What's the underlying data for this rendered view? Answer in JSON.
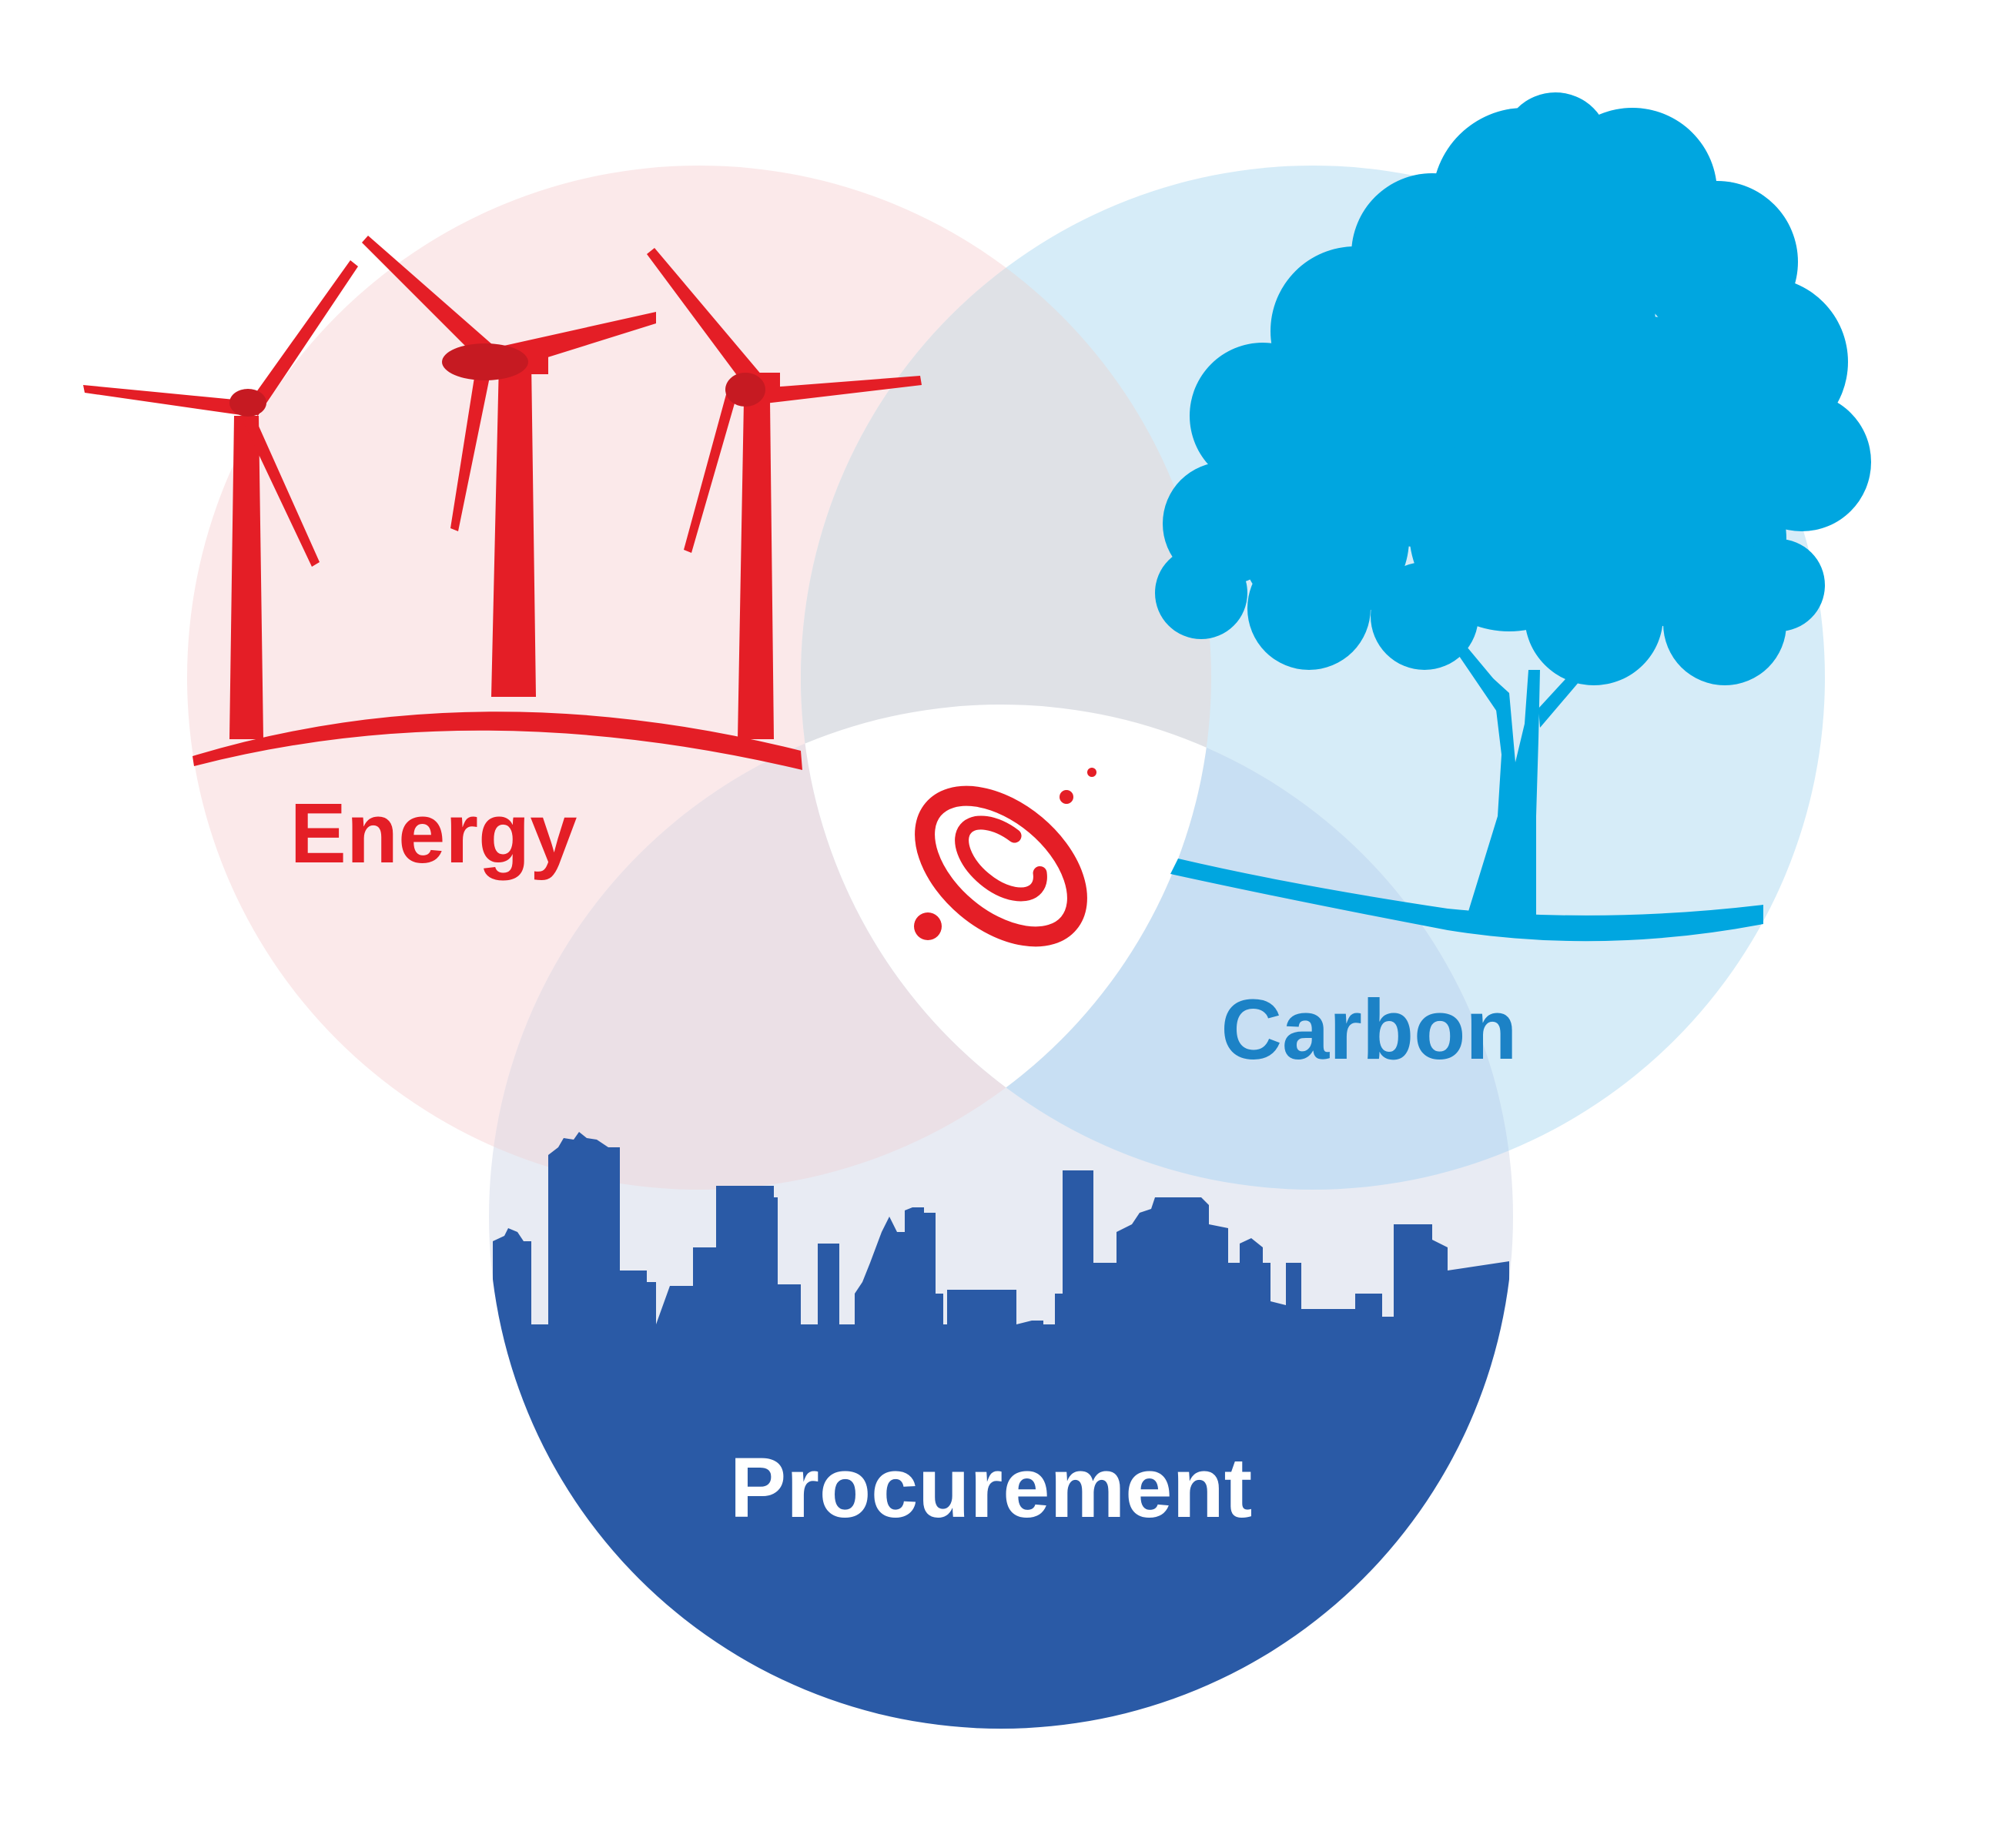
{
  "labels": {
    "energy": "Energy",
    "carbon": "Carbon",
    "procurement": "Procurement"
  },
  "colors": {
    "energy": "#e41e26",
    "energy_fill": "#fbe9ea",
    "carbon": "#00a6e0",
    "carbon_text": "#1c82c6",
    "carbon_fill": "#d6ecf8",
    "procurement": "#2a5aa6",
    "procurement_fill": "#e8ebf3",
    "overlap": "#dfe1e6",
    "center": "#ffffff"
  },
  "icons": {
    "energy": "wind-turbines-icon",
    "carbon": "tree-icon",
    "procurement": "city-skyline-icon",
    "center": "swirl-logo-icon"
  }
}
